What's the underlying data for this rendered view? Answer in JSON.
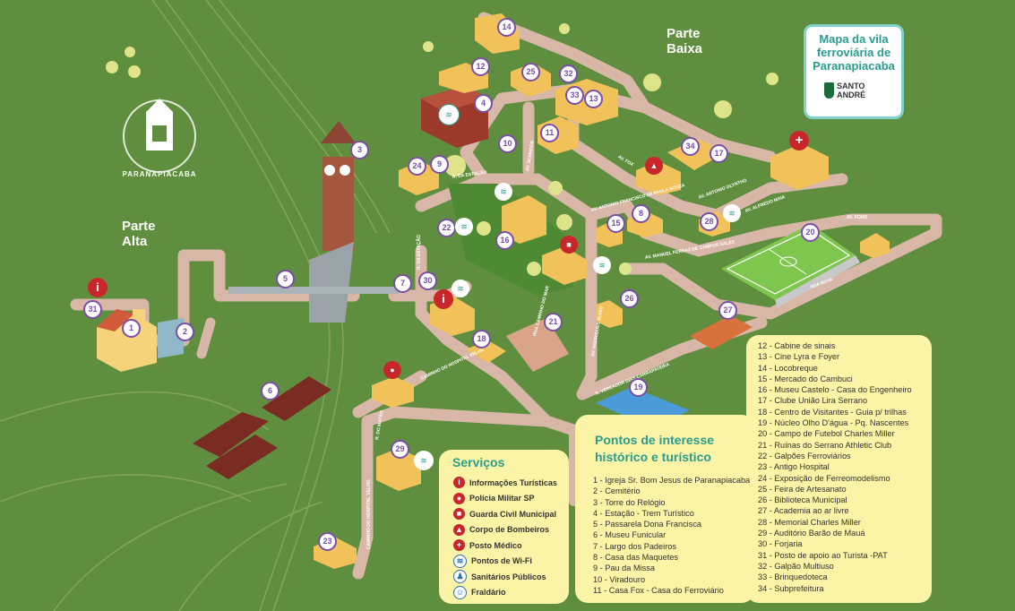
{
  "title": "Mapa da vila ferroviária de Paranapiacaba",
  "logo": {
    "name": "SANTO ANDRÉ",
    "icon": "city-seal-icon"
  },
  "badge_text": "PARANAPIACABA",
  "regions": {
    "alta": "Parte Alta",
    "baixa": "Parte Baixa"
  },
  "colors": {
    "grass": "#5f8f3e",
    "road": "#d8b6a8",
    "panel": "#fbf3a6",
    "accent": "#2a9d8f",
    "pin": "#7a4ea8",
    "service_red": "#c8262b"
  },
  "streets": [
    "R. DA ESTAÇÃO",
    "R. DA ESTAÇÃO",
    "AV. RODRIGUES ALVES",
    "AV. SCHNOOR",
    "AV. FOX",
    "AV. FORD",
    "AV. ALFREDO MAIA",
    "AV. ANTONIO OLYNTHO",
    "AV. MANUEL FERRAZ DE CAMPOS SALES",
    "RUA NOVA",
    "R. VEREADOR DIAS CARRAPATEIRA",
    "RUA CAMINHO DO MAR",
    "CAMINHO DO HOSPITAL VELHO",
    "CAMINHO DO HOSPITAL VELHO",
    "R. DO MATÃO",
    "AV. ANTONIO FRANCISCO DE PAULA SOUZA"
  ],
  "pins": [
    "1",
    "2",
    "3",
    "4",
    "5",
    "6",
    "7",
    "8",
    "9",
    "10",
    "11",
    "12",
    "13",
    "14",
    "15",
    "16",
    "17",
    "18",
    "19",
    "20",
    "21",
    "22",
    "23",
    "24",
    "25",
    "26",
    "27",
    "28",
    "29",
    "30",
    "31",
    "32",
    "33",
    "34"
  ],
  "services": {
    "title": "Serviços",
    "items": [
      {
        "label": "Informações Turísticas",
        "icon": "info-icon",
        "color": "#c8262b"
      },
      {
        "label": "Polícia Militar SP",
        "icon": "police-icon",
        "color": "#c8262b"
      },
      {
        "label": "Guarda Civil Municipal",
        "icon": "guard-icon",
        "color": "#c8262b"
      },
      {
        "label": "Corpo de Bombeiros",
        "icon": "fire-department-icon",
        "color": "#c8262b"
      },
      {
        "label": "Posto Médico",
        "icon": "medical-cross-icon",
        "color": "#c8262b"
      },
      {
        "label": "Pontos de Wi-Fi",
        "icon": "wifi-icon",
        "color": "#ffffff"
      },
      {
        "label": "Sanitários Públicos",
        "icon": "restroom-icon",
        "color": "#ffffff"
      },
      {
        "label": "Fraldário",
        "icon": "baby-changing-icon",
        "color": "#ffffff"
      }
    ]
  },
  "poi": {
    "title": "Pontos de interesse histórico e turístico",
    "col1": [
      "1 - Igreja Sr. Bom Jesus de Paranapiacaba",
      "2 - Cemitério",
      "3 - Torre do Relógio",
      "4 - Estação - Trem Turístico",
      "5 - Passarela Dona Francisca",
      "6 - Museu Funicular",
      "7 - Largo dos Padeiros",
      "8 - Casa das Maquetes",
      "9 - Pau da Missa",
      "10 - Viradouro",
      "11 - Casa Fox - Casa do Ferroviário"
    ],
    "col2": [
      "12 - Cabine de sinais",
      "13 - Cine Lyra e Foyer",
      "14 - Locobreque",
      "15 - Mercado do Cambuci",
      "16 - Museu Castelo - Casa do Engenheiro",
      "17 - Clube União Lira Serrano",
      "18 - Centro de Visitantes - Guia p/ trilhas",
      "19 - Núcleo Olho D'água - Pq. Nascentes",
      "20 - Campo de Futebol Charles Miller",
      "21 - Ruínas do Serrano Athletic Club",
      "22 - Galpões Ferroviários",
      "23 - Antigo Hospital",
      "24 - Exposição de Ferreomodelismo",
      "25 - Feira de Artesanato",
      "26 - Biblioteca Municipal",
      "27 - Academia ao ar livre",
      "28 - Memorial Charles Miller",
      "29 - Auditório Barão de Mauá",
      "30 - Forjaria",
      "31 - Posto de apoio ao Turista -PAT",
      "32 - Galpão Multiuso",
      "33 - Brinquedoteca",
      "34 - Subprefeitura"
    ]
  }
}
